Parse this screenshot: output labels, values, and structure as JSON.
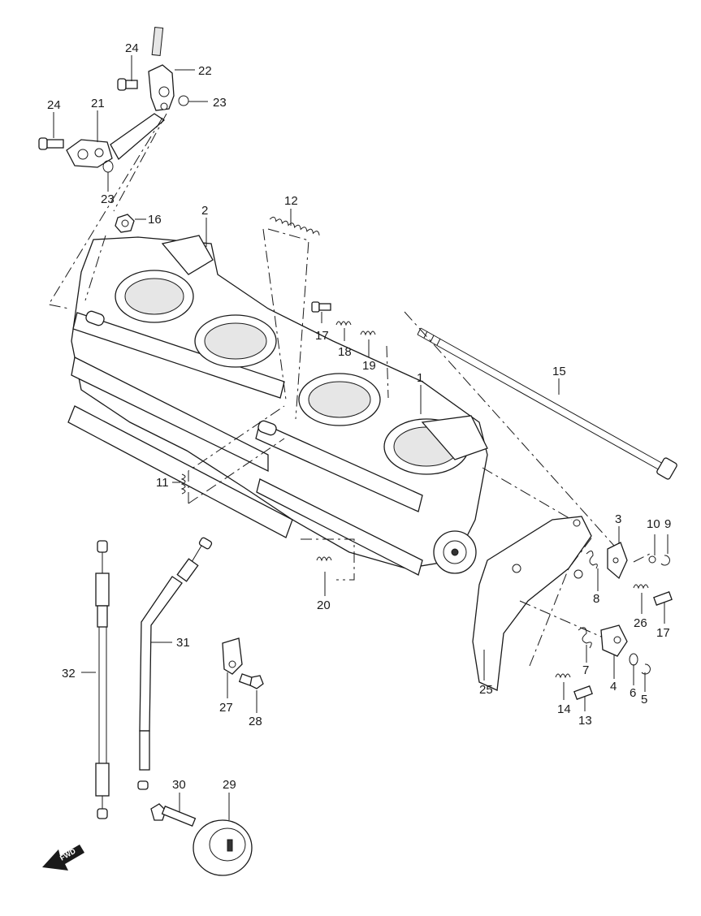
{
  "labels": {
    "p1": "1",
    "p2": "2",
    "p3": "3",
    "p4": "4",
    "p5": "5",
    "p6": "6",
    "p7": "7",
    "p8": "8",
    "p9": "9",
    "p10": "10",
    "p11": "11",
    "p12": "12",
    "p13": "13",
    "p14": "14",
    "p15": "15",
    "p16": "16",
    "p17a": "17",
    "p17b": "17",
    "p18": "18",
    "p19": "19",
    "p20": "20",
    "p21": "21",
    "p22": "22",
    "p23a": "23",
    "p23b": "23",
    "p24a": "24",
    "p24b": "24",
    "p25": "25",
    "p26": "26",
    "p27": "27",
    "p28": "28",
    "p29": "29",
    "p30": "30",
    "p31": "31",
    "p32": "32"
  },
  "fwd_badge": "FWD"
}
